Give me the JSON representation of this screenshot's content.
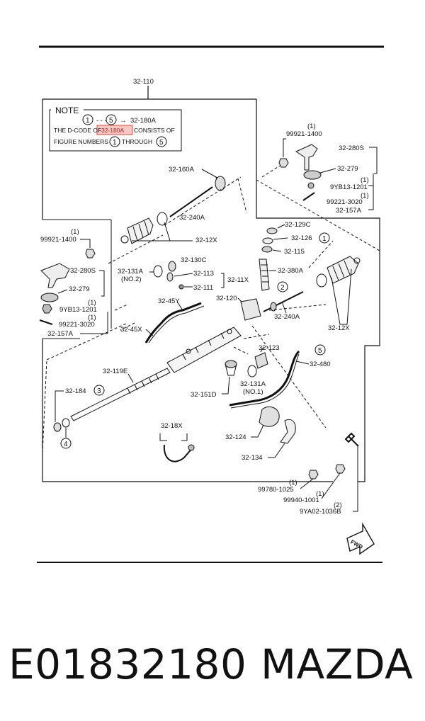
{
  "diagram": {
    "assembly_ref": "32-110",
    "note": {
      "title": "NOTE",
      "map_start": "1",
      "map_end": "5",
      "map_arrow": "→",
      "map_target": "32-180A",
      "line1_prefix": "THE D-CODE OF",
      "line1_highlight": "32-180A",
      "line1_suffix": "CONSISTS OF",
      "line2_prefix": "FIGURE NUMBERS",
      "line2_from": "1",
      "line2_mid": "THROUGH",
      "line2_to": "5"
    },
    "labels": {
      "q1": "(1)",
      "p99921_1400": "99921-1400",
      "p32_280S": "32-280S",
      "p32_279": "32-279",
      "p9YB13_1201": "9YB13-1201",
      "p99221_3020": "99221-3020",
      "p32_157A": "32-157A",
      "p32_160A": "32-160A",
      "p32_240A": "32-240A",
      "p32_12X": "32-12X",
      "p32_129C": "32-129C",
      "p32_126": "32-126",
      "p32_115": "32-115",
      "p32_130C": "32-130C",
      "p32_131A": "32-131A",
      "no2": "(NO.2)",
      "no1": "(NO.1)",
      "p32_113": "32-113",
      "p32_111": "32-111",
      "p32_11X": "32-11X",
      "p32_380A": "32-380A",
      "p32_120": "32-120",
      "p32_45Y": "32-45Y",
      "p32_45X": "32-45X",
      "p32_123": "32-123",
      "p32_480": "32-480",
      "p32_119E": "32-119E",
      "p32_184": "32-184",
      "p32_151D": "32-151D",
      "p32_18X": "32-18X",
      "p32_124": "32-124",
      "p32_134": "32-134",
      "p99780_1025": "99780-1025",
      "p99940_1001": "99940-1001",
      "q2": "(2)",
      "p9YA02_1036B": "9YA02-1036B",
      "fwd": "FWD",
      "c1": "1",
      "c2": "2",
      "c3": "3",
      "c4": "4",
      "c5": "5"
    }
  },
  "caption": {
    "part_number": "E01832180",
    "brand": "MAZDA"
  },
  "colors": {
    "highlight_fill": "#f6b5ad",
    "highlight_stroke": "#e0473a",
    "ink": "#111111"
  }
}
